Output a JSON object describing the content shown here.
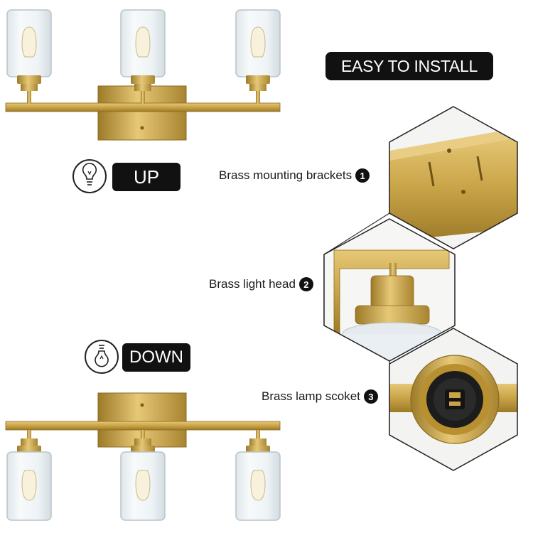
{
  "header": {
    "install_label": "EASY TO INSTALL"
  },
  "orientation": {
    "up_label": "UP",
    "down_label": "DOWN"
  },
  "features": [
    {
      "label": "Brass mounting brackets",
      "number": "1"
    },
    {
      "label": "Brass light head",
      "number": "2"
    },
    {
      "label": "Brass lamp scoket",
      "number": "3"
    }
  ],
  "colors": {
    "brass": "#c9a347",
    "brass_dark": "#9c7a28",
    "brass_light": "#e6c877",
    "glass": "#eef3f6",
    "black": "#111111"
  },
  "icons": [
    "light-bulb-up-icon",
    "light-bulb-down-icon"
  ]
}
